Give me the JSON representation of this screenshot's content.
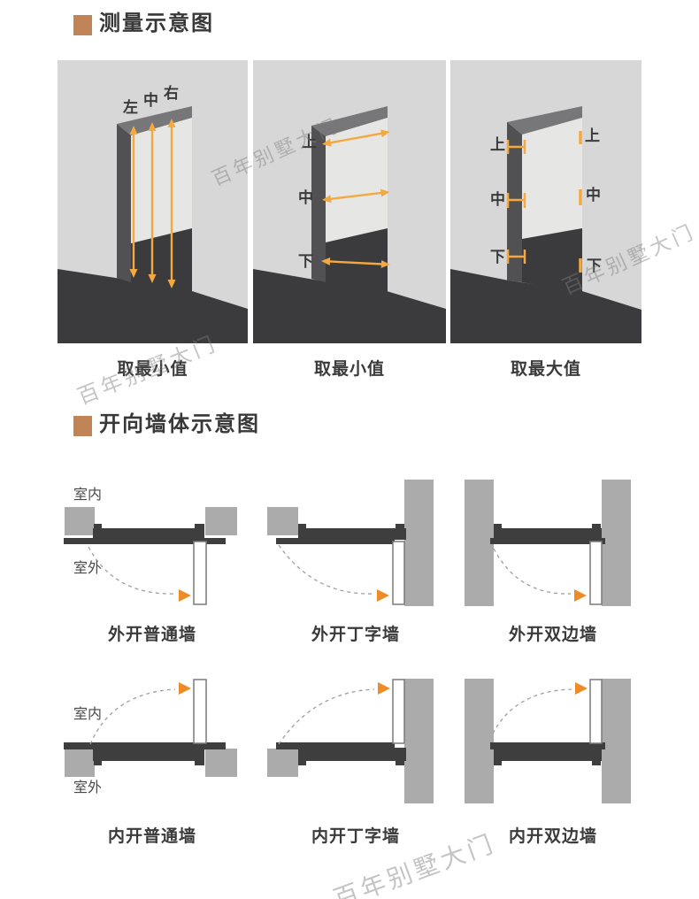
{
  "colors": {
    "accent_square": "#c08457",
    "measure_arrow": "#f3a93f",
    "swing_arrow": "#ed8b26",
    "panel_wall_gray": "#d7d7d8",
    "panel_dark_gray": "#3b3b3d",
    "wall_block_gray": "#ababab",
    "frame_bar_dark": "#3e3e3e"
  },
  "watermark": {
    "text": "百年别墅大门"
  },
  "section_measure": {
    "title": "测量示意图",
    "panels": [
      {
        "caption": "取最小值",
        "labels": [
          "左",
          "中",
          "右"
        ]
      },
      {
        "caption": "取最小值",
        "labels": [
          "上",
          "中",
          "下"
        ]
      },
      {
        "caption": "取最大值",
        "labels_left": [
          "上",
          "中",
          "下"
        ],
        "labels_right": [
          "上",
          "中",
          "下"
        ]
      }
    ]
  },
  "section_wall": {
    "title": "开向墙体示意图",
    "inside_label": "室内",
    "outside_label": "室外",
    "diagrams": [
      {
        "caption": "外开普通墙"
      },
      {
        "caption": "外开丁字墙"
      },
      {
        "caption": "外开双边墙"
      },
      {
        "caption": "内开普通墙"
      },
      {
        "caption": "内开丁字墙"
      },
      {
        "caption": "内开双边墙"
      }
    ]
  }
}
